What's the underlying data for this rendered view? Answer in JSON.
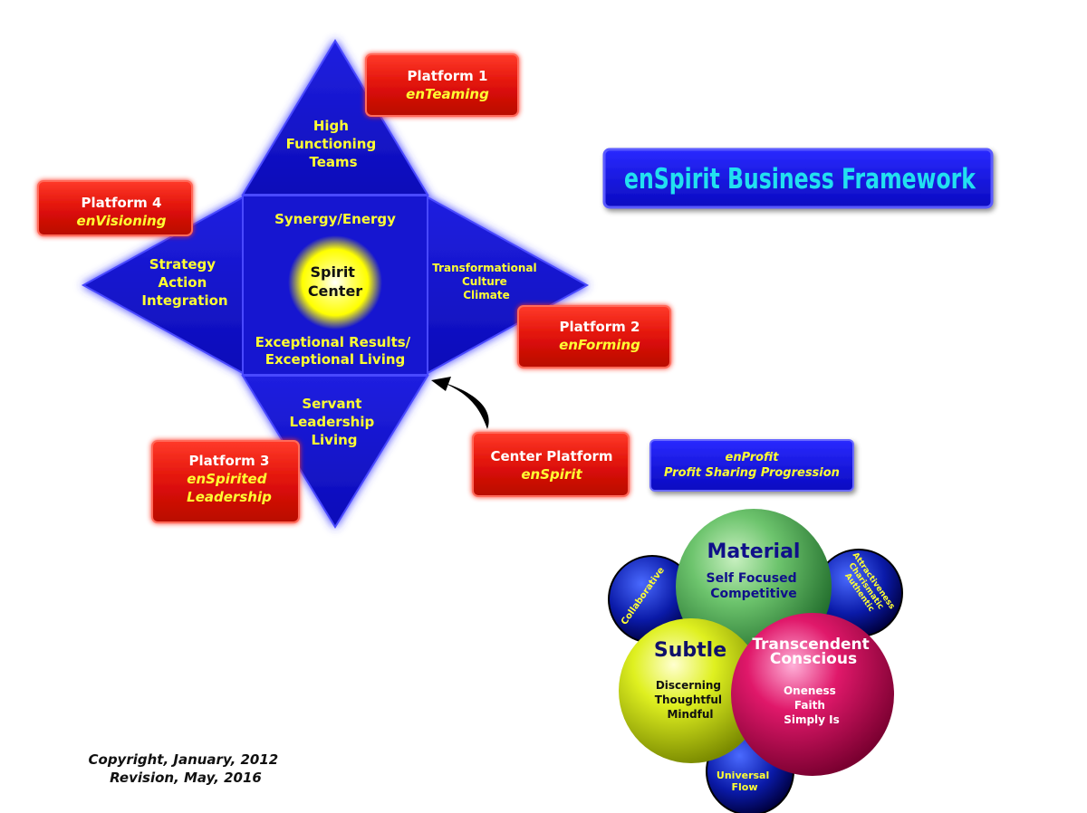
{
  "title": "enSpirit Business Framework",
  "copyright": {
    "line1": "Copyright, January, 2012",
    "line2": "Revision, May, 2016"
  },
  "center": {
    "label_line1": "Spirit",
    "label_line2": "Center",
    "top_text": "Synergy/Energy",
    "bottom_line1": "Exceptional Results/",
    "bottom_line2": "Exceptional Living"
  },
  "triangles": {
    "top": [
      "High",
      "Functioning",
      "Teams"
    ],
    "left": [
      "Strategy",
      "Action",
      "Integration"
    ],
    "right": [
      "Transformational",
      "Culture",
      "Climate"
    ],
    "bottom": [
      "Servant",
      "Leadership",
      "Living"
    ]
  },
  "platforms": {
    "p1": {
      "name": "Platform 1",
      "sub": "enTeaming"
    },
    "p2": {
      "name": "Platform 2",
      "sub": "enForming"
    },
    "p3": {
      "name": "Platform 3",
      "sub_line1": "enSpirited",
      "sub_line2": "Leadership"
    },
    "p4": {
      "name": "Platform 4",
      "sub": "enVisioning"
    },
    "center": {
      "name": "Center Platform",
      "sub": "enSpirit"
    }
  },
  "enprofit": {
    "line1": "enProfit",
    "line2": "Profit Sharing Progression"
  },
  "spheres": {
    "material": {
      "title": "Material",
      "line1": "Self Focused",
      "line2": "Competitive"
    },
    "subtle": {
      "title": "Subtle",
      "line1": "Discerning",
      "line2": "Thoughtful",
      "line3": "Mindful"
    },
    "transcendent": {
      "title_line1": "Transcendent",
      "title_line2": "Conscious",
      "line1": "Oneness",
      "line2": "Faith",
      "line3": "Simply Is"
    },
    "small_left": "Collaborative",
    "small_right": [
      "Attractiveness",
      "Charismatic",
      "Authentic"
    ],
    "small_bottom": [
      "Universal",
      "Flow"
    ]
  },
  "colors": {
    "blue": "#1a1ad6",
    "red": "#e8160f",
    "yellow": "#ffff33",
    "cyan": "#22e0f0"
  }
}
